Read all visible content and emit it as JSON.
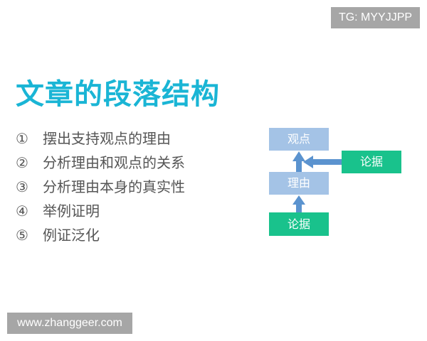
{
  "watermark_top": "TG: MYYJJPP",
  "title": "文章的段落结构",
  "list": [
    {
      "num": "①",
      "text": "摆出支持观点的理由"
    },
    {
      "num": "②",
      "text": "分析理由和观点的关系"
    },
    {
      "num": "③",
      "text": "分析理由本身的真实性"
    },
    {
      "num": "④",
      "text": "举例证明"
    },
    {
      "num": "⑤",
      "text": "例证泛化"
    }
  ],
  "diagram": {
    "viewpoint": "观点",
    "reason": "理由",
    "evidence_right": "论据",
    "evidence_bottom": "论据",
    "colors": {
      "blue_box": "#a4c3e6",
      "green_box": "#19c28c",
      "arrow": "#5b93cf"
    }
  },
  "watermark_bottom": "www.zhanggeer.com",
  "colors": {
    "title": "#1ab5d5",
    "tag_bg": "#a6a6a6"
  }
}
